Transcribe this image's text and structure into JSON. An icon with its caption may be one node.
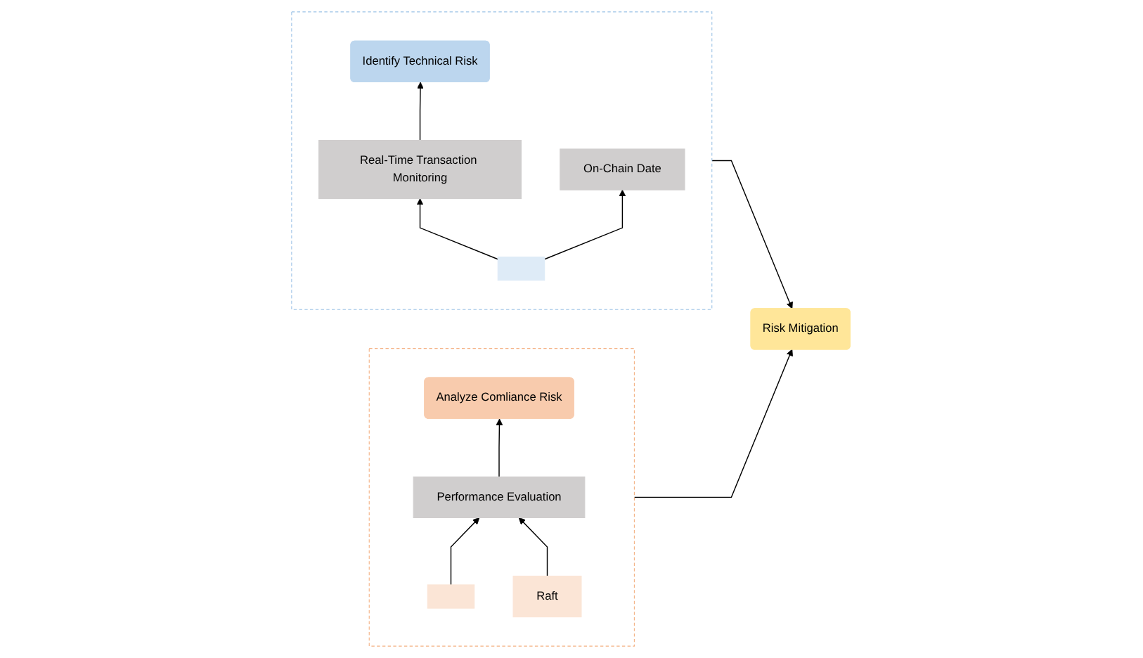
{
  "diagram": {
    "nodes": [
      {
        "text": [],
        "shape": "box"
      },
      {
        "text": [
          "Identify Technical Risk"
        ],
        "in": 0
      },
      {
        "text": [
          "On-Chain Date"
        ],
        "in": 0
      },
      {
        "text": [
          "Real-Time Transaction Monitoring"
        ],
        "in": 0
      },
      {
        "text": [],
        "shape": "box",
        "in": 0
      },
      {
        "text": [
          "Risk Mitigation"
        ]
      },
      {
        "text": [],
        "shape": "box"
      },
      {
        "text": [
          "Analyze Comliance Risk"
        ],
        "in": 6
      },
      {
        "text": [
          "Performance Evaluation"
        ],
        "in": 6
      },
      {
        "text": [],
        "shape": "box",
        "in": 6
      },
      {
        "text": [
          "Raft"
        ],
        "in": 6
      }
    ],
    "edges": [
      {
        "from": 3,
        "to": 1,
        "arrow": "to"
      },
      {
        "from": 4,
        "to": 2,
        "arrow": "to"
      },
      {
        "from": 4,
        "to": 3,
        "arrow": "to"
      },
      {
        "from": 0,
        "to": 5,
        "arrow": "to"
      },
      {
        "from": 6,
        "to": 5,
        "arrow": "to"
      },
      {
        "from": 8,
        "to": 7,
        "arrow": "to"
      },
      {
        "from": 9,
        "to": 8,
        "arrow": "to"
      },
      {
        "from": 10,
        "to": 8,
        "arrow": "to"
      }
    ]
  }
}
